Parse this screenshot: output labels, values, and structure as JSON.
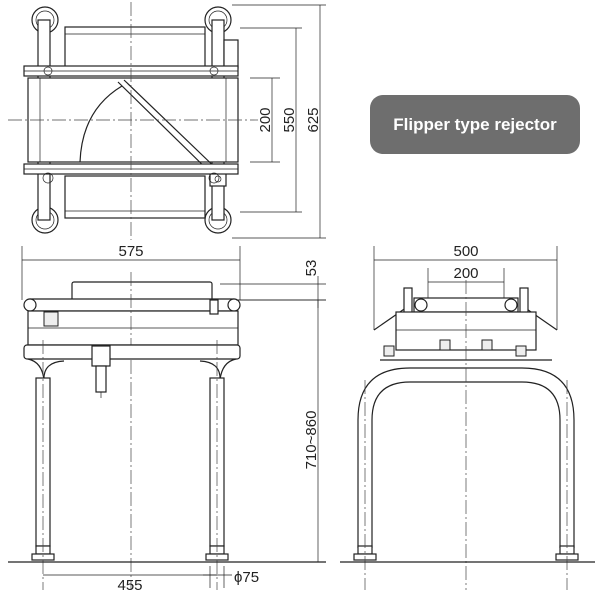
{
  "badge": {
    "label": "Flipper type rejector",
    "color": "#6e6e6e"
  },
  "dimensions": {
    "top_outer_depth": "625",
    "top_mid_depth": "550",
    "top_belt_width": "200",
    "front_width": "575",
    "front_belt_height": "53",
    "front_height": "710~860",
    "front_leg_pitch": "455",
    "leg_diameter": "ϕ75",
    "side_width": "500",
    "side_belt_width": "200"
  }
}
